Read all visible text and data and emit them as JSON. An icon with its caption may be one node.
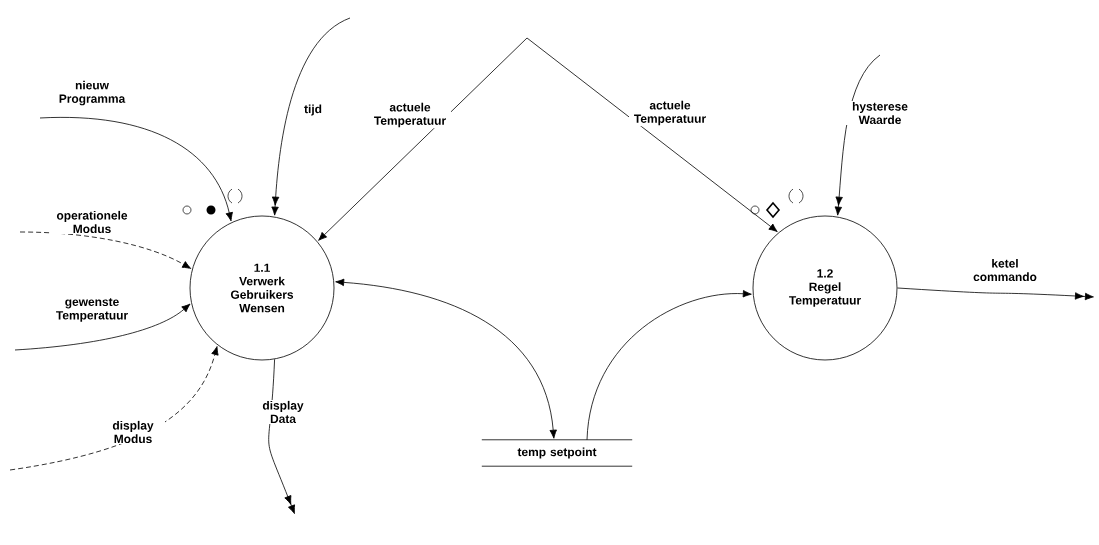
{
  "diagram": {
    "nodes": [
      {
        "text": [
          "1.1",
          "Verwerk Gebruikers Wensen"
        ]
      },
      {
        "text": [
          "1.2",
          "Regel Temperatuur"
        ]
      },
      {
        "text": [
          "temp setpoint"
        ]
      }
    ],
    "edges": [
      {
        "from": null,
        "to": 0,
        "arrow": "to",
        "label": "nieuw Programma"
      },
      {
        "from": null,
        "to": 0,
        "arrow": "to",
        "label": "tijd"
      },
      {
        "from": null,
        "to": 0,
        "arrow": "to",
        "label": "actuele Temperatuur"
      },
      {
        "from": null,
        "to": 1,
        "arrow": "to",
        "label": "actuele Temperatuur"
      },
      {
        "from": null,
        "to": 0,
        "arrow": "to",
        "label": "operationele Modus",
        "style": "dashed"
      },
      {
        "from": null,
        "to": 0,
        "arrow": "to",
        "label": "gewenste Temperatuur"
      },
      {
        "from": null,
        "to": 0,
        "arrow": "to",
        "label": "display Modus",
        "style": "dashed"
      },
      {
        "from": 0,
        "to": null,
        "arrow": "to",
        "label": "display Data"
      },
      {
        "from": 0,
        "to": 2,
        "arrow": "both"
      },
      {
        "from": 2,
        "to": 1,
        "arrow": "to"
      },
      {
        "from": null,
        "to": 1,
        "arrow": "to",
        "label": "hysterese Waarde"
      },
      {
        "from": 1,
        "to": null,
        "arrow": "to",
        "label": "ketel commando"
      }
    ]
  }
}
